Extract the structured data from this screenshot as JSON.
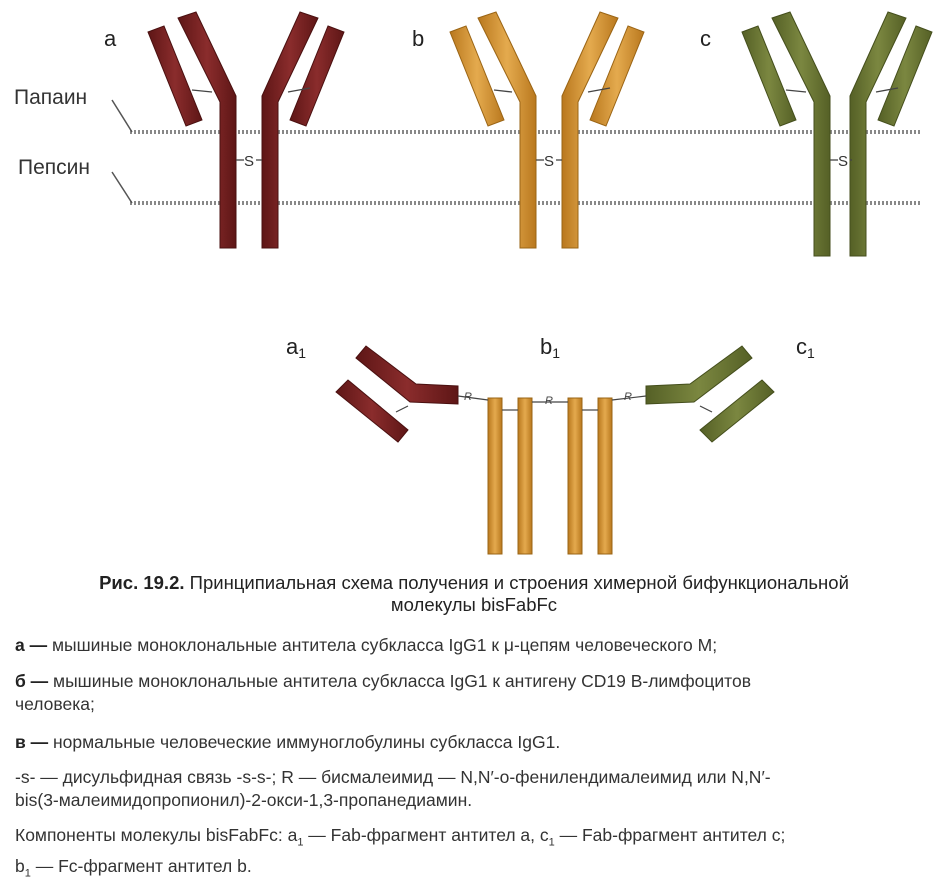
{
  "panel_labels": {
    "a": "a",
    "b": "b",
    "c": "c",
    "a1_base": "a",
    "a1_sub": "1",
    "b1_base": "b",
    "b1_sub": "1",
    "c1_base": "c",
    "c1_sub": "1"
  },
  "enzymes": {
    "papain": "Папаин",
    "pepsin": "Пепсин"
  },
  "bond_label": "S",
  "linker_label": "R",
  "colors": {
    "antibody_a": "#7a2424",
    "antibody_b": "#d89a3c",
    "antibody_c": "#6d7a36",
    "cut_line": "#777777"
  },
  "caption": {
    "fig_number": "Рис. 19.2.",
    "fig_title_line1": "Принципиальная схема получения и строения химерной бифункциональной",
    "fig_title_line2": "молекулы bisFabFc",
    "item_a_key": "а —",
    "item_a_text": "мышиные моноклональные антитела субкласса IgG1 к μ-цепям человеческого M;",
    "item_b_key": "б —",
    "item_b_text": "мышиные моноклональные антитела субкласса IgG1 к антигену CD19 В-лимфоцитов",
    "item_b_text2": "человека;",
    "item_c_key": "в —",
    "item_c_text": "нормальные человеческие иммуноглобулины субкласса IgG1.",
    "bond_line1": "-s- — дисульфидная связь -s-s-; R — бисмалеимид — N,N′-о-фенилендималеимид или N,N′-",
    "bond_line2": "bis(3-малеимидопропионил)-2-окси-1,3-пропанедиамин.",
    "comp_line1_a": "Компоненты молекулы bisFabFc: a",
    "comp_line1_sub1": "1",
    "comp_line1_b": " — Fab-фрагмент антител а, c",
    "comp_line1_sub2": "1",
    "comp_line1_c": " — Fab-фрагмент антител с;",
    "comp_line2_a": "b",
    "comp_line2_sub": "1",
    "comp_line2_b": " — Fc-фрагмент антител b."
  }
}
